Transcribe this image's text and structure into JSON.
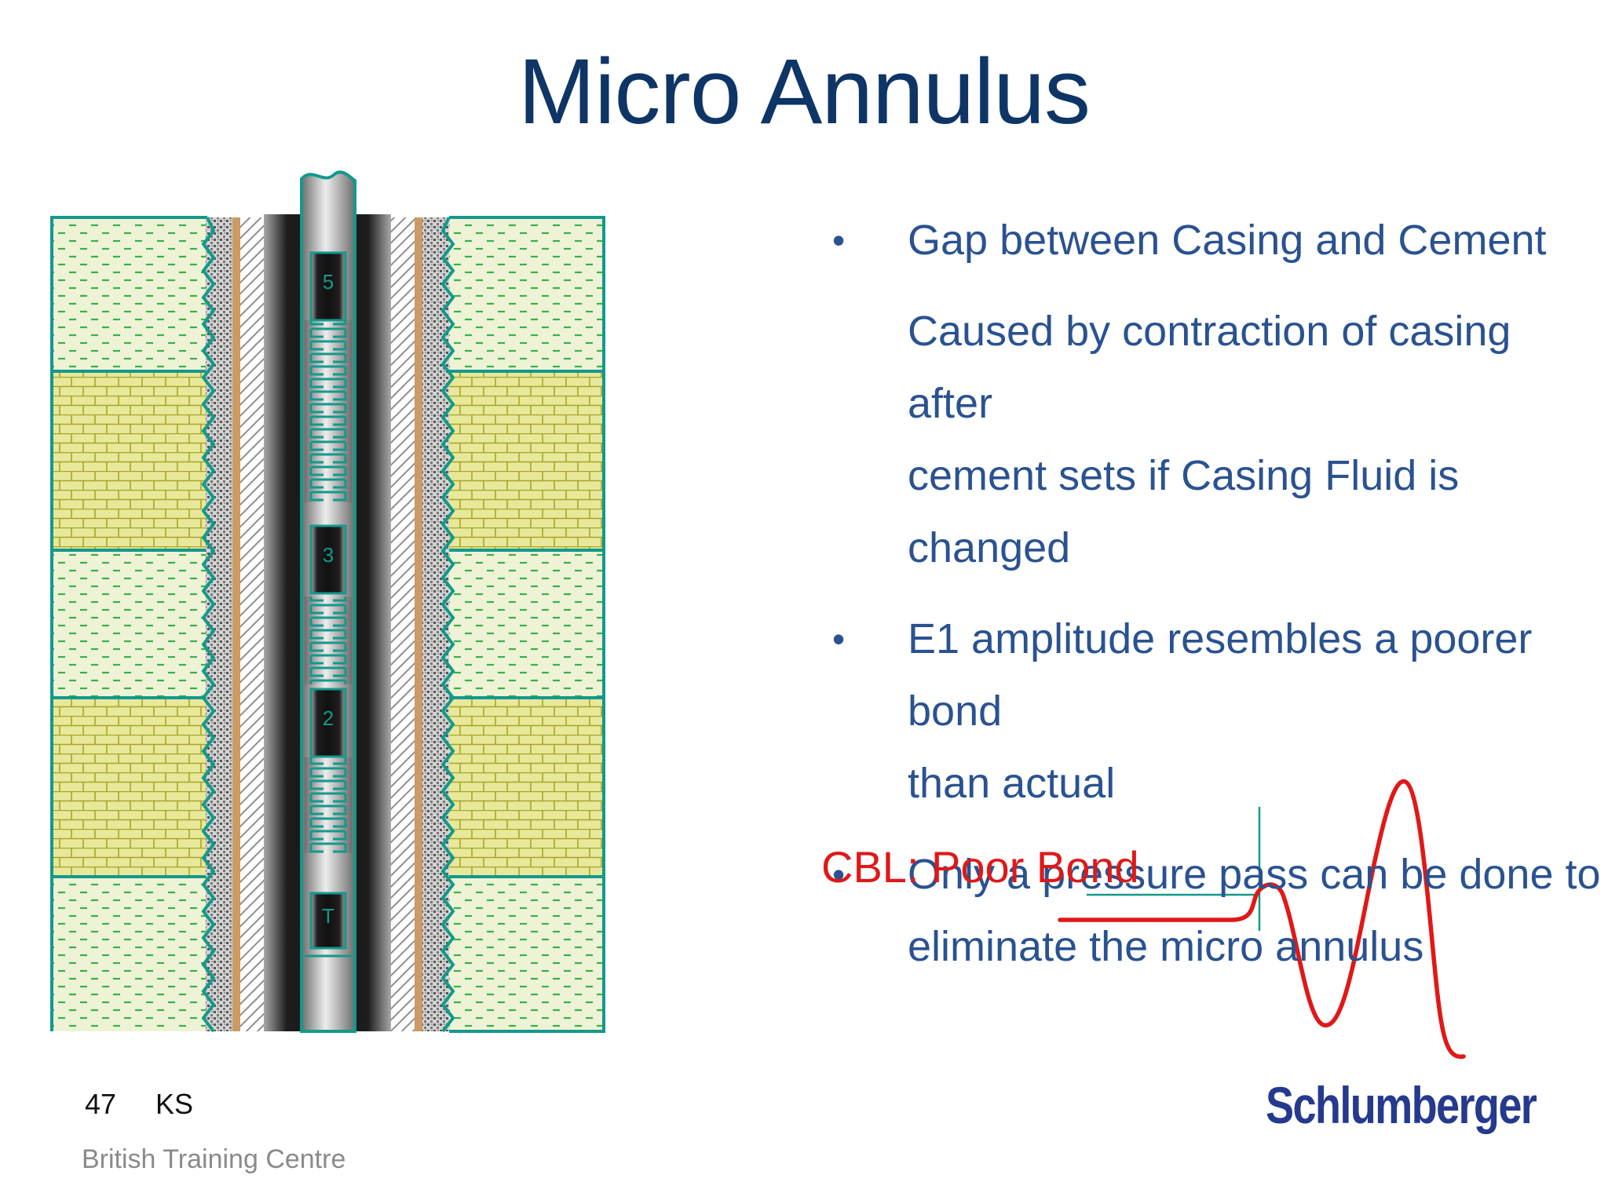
{
  "title": "Micro Annulus",
  "bullets": [
    {
      "lines": [
        "Gap between Casing and Cement"
      ],
      "marker": "•"
    },
    {
      "lines": [
        "Caused by contraction of casing after",
        "cement sets if Casing Fluid is changed"
      ],
      "marker": ""
    },
    {
      "lines": [
        "E1 amplitude resembles a poorer bond",
        "than actual"
      ],
      "marker": "•"
    },
    {
      "lines": [
        "Only a pressure pass can be done to",
        "eliminate the micro annulus"
      ],
      "marker": "•"
    }
  ],
  "waveform_label": "CBL: Poor Bond",
  "tool_section_labels": [
    "5",
    "3",
    "2",
    "T"
  ],
  "footer": {
    "page_number": "47",
    "initials": "KS",
    "organization": "British Training Centre",
    "logo_text": "Schlumberger"
  },
  "colors": {
    "title": "#0e3566",
    "bullet_text": "#2a5291",
    "waveform": "#e01818",
    "formation_outline": "#13998c",
    "shale_fill": "#eef3d6",
    "shale_dash": "#38b04a",
    "limestone_fill": "#e8e89a",
    "limestone_brick": "#a7a52a",
    "casing_stripe": "#cc9a63",
    "logo": "#253a8e"
  }
}
